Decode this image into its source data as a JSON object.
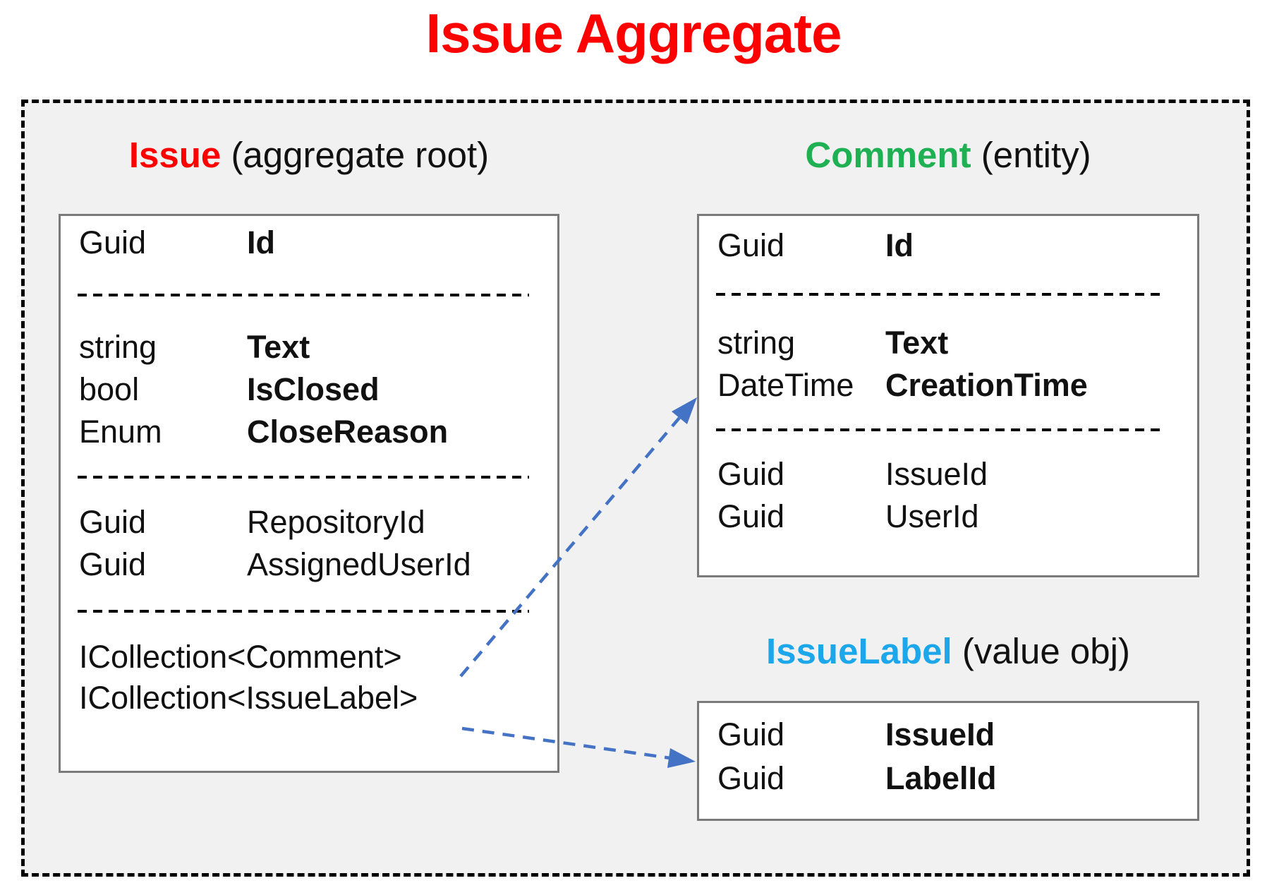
{
  "title": "Issue Aggregate",
  "colors": {
    "title_red": "#FF0000",
    "issue_red": "#FF0000",
    "comment_green": "#1EB053",
    "issuelabel_blue": "#1BA7EA",
    "arrow_blue": "#4472C4",
    "panel_background": "#f1f1f1",
    "box_border_gray": "#7a7a7a"
  },
  "issue": {
    "name": "Issue",
    "kind": "(aggregate root)",
    "fields": [
      {
        "type": "Guid",
        "name": "Id"
      },
      {
        "type": "string",
        "name": "Text"
      },
      {
        "type": "bool",
        "name": "IsClosed"
      },
      {
        "type": "Enum",
        "name": "CloseReason"
      },
      {
        "type": "Guid",
        "name": "RepositoryId"
      },
      {
        "type": "Guid",
        "name": "AssignedUserId"
      }
    ],
    "collections": [
      {
        "decl": "ICollection<Comment>"
      },
      {
        "decl": "ICollection<IssueLabel>"
      }
    ]
  },
  "comment": {
    "name": "Comment",
    "kind": "(entity)",
    "fields": [
      {
        "type": "Guid",
        "name": "Id"
      },
      {
        "type": "string",
        "name": "Text"
      },
      {
        "type": "DateTime",
        "name": "CreationTime"
      },
      {
        "type": "Guid",
        "name": "IssueId"
      },
      {
        "type": "Guid",
        "name": "UserId"
      }
    ]
  },
  "issue_label": {
    "name": "IssueLabel",
    "kind": "(value obj)",
    "fields": [
      {
        "type": "Guid",
        "name": "IssueId"
      },
      {
        "type": "Guid",
        "name": "LabelId"
      }
    ]
  },
  "arrows": [
    {
      "from": "Issue.ICollection<Comment>",
      "to": "Comment"
    },
    {
      "from": "Issue.ICollection<IssueLabel>",
      "to": "IssueLabel"
    }
  ]
}
